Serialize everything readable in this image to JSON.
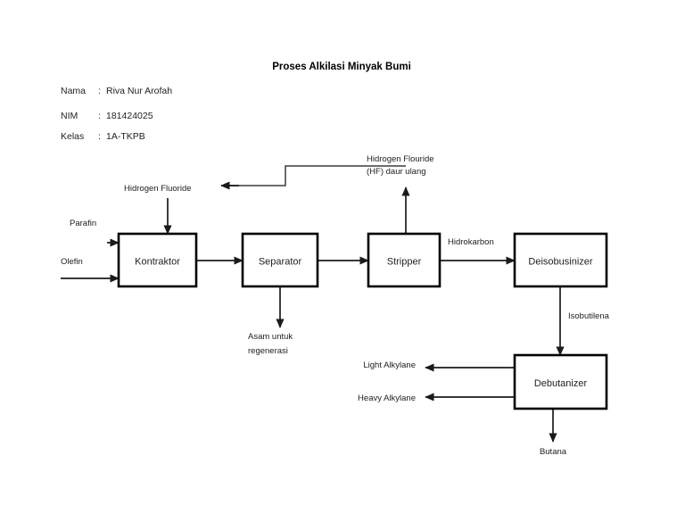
{
  "document": {
    "title": "Proses Alkilasi Minyak Bumi",
    "meta": [
      {
        "label": "Nama",
        "separator": ":",
        "value": "Riva Nur Arofah"
      },
      {
        "label": "NIM",
        "separator": ":",
        "value": "181424025"
      },
      {
        "label": "Kelas",
        "separator": ":",
        "value": "1A-TKPB"
      }
    ]
  },
  "colors": {
    "background": "#ffffff",
    "box_stroke": "#000000",
    "line": "#1b1b1b",
    "text": "#202124"
  },
  "chart_data": {
    "type": "diagram",
    "title": "Proses Alkilasi Minyak Bumi",
    "units": [
      {
        "id": "kontraktor",
        "label": "Kontraktor"
      },
      {
        "id": "separator",
        "label": "Separator"
      },
      {
        "id": "stripper",
        "label": "Stripper"
      },
      {
        "id": "deisobusinizer",
        "label": "Deisobusinizer"
      },
      {
        "id": "debutanizer",
        "label": "Debutanizer"
      }
    ],
    "streams": [
      {
        "id": "parafin",
        "label": "Parafin",
        "from": "feed",
        "to": "kontraktor"
      },
      {
        "id": "olefin",
        "label": "Olefin",
        "from": "feed",
        "to": "kontraktor"
      },
      {
        "id": "hf-in",
        "label": "Hidrogen Fluoride",
        "from": "recycle",
        "to": "kontraktor"
      },
      {
        "id": "hf-recycle",
        "label": "Hidrogen Flouride (HF) daur ulang",
        "from": "stripper",
        "to": "kontraktor"
      },
      {
        "id": "kontraktor-separator",
        "label": "",
        "from": "kontraktor",
        "to": "separator"
      },
      {
        "id": "asam",
        "label": "Asam untuk regenerasi",
        "from": "separator",
        "to": "product"
      },
      {
        "id": "separator-stripper",
        "label": "",
        "from": "separator",
        "to": "stripper"
      },
      {
        "id": "hidrokarbon",
        "label": "Hidrokarbon",
        "from": "stripper",
        "to": "deisobusinizer"
      },
      {
        "id": "isobutilena",
        "label": "Isobutilena",
        "from": "deisobusinizer",
        "to": "debutanizer"
      },
      {
        "id": "light-alkylane",
        "label": "Light Alkylane",
        "from": "debutanizer",
        "to": "product"
      },
      {
        "id": "heavy-alkylane",
        "label": "Heavy Alkylane",
        "from": "debutanizer",
        "to": "product"
      },
      {
        "id": "butana",
        "label": "Butana",
        "from": "debutanizer",
        "to": "product"
      }
    ]
  },
  "labels": {
    "unit_kontraktor": "Kontraktor",
    "unit_separator": "Separator",
    "unit_stripper": "Stripper",
    "unit_deisobusinizer": "Deisobusinizer",
    "unit_debutanizer": "Debutanizer",
    "stream_parafin": "Parafin",
    "stream_olefin": "Olefin",
    "stream_hf_inlet": "Hidrogen Fluoride",
    "stream_hf_recycle_line1": "Hidrogen Flouride",
    "stream_hf_recycle_line2": "(HF) daur ulang",
    "stream_asam_line1": "Asam untuk",
    "stream_asam_line2": "regenerasi",
    "stream_hidrokarbon": "Hidrokarbon",
    "stream_isobutilena": "Isobutilena",
    "stream_light_alkylane": "Light Alkylane",
    "stream_heavy_alkylane": "Heavy Alkylane",
    "stream_butana": "Butana"
  }
}
